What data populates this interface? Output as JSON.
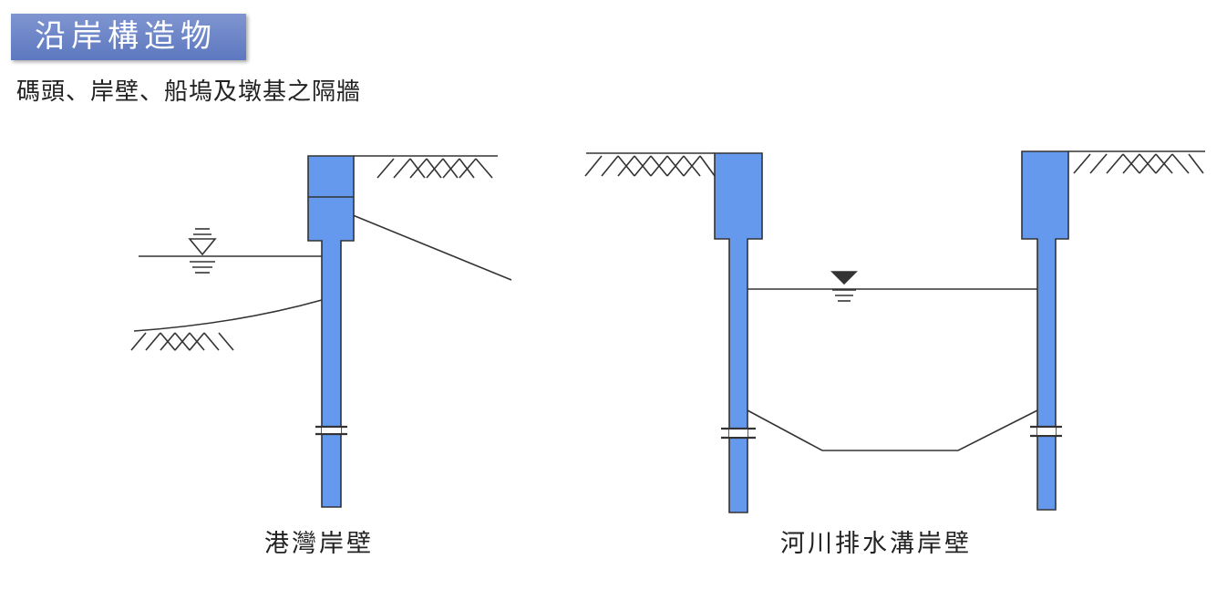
{
  "header": {
    "title": "沿岸構造物",
    "subtitle": "碼頭、岸壁、船塢及墩基之隔牆"
  },
  "diagrams": [
    {
      "caption": "港灣岸壁"
    },
    {
      "caption": "河川排水溝岸壁"
    }
  ],
  "colors": {
    "title_bg": "#6a83c6",
    "wall_fill": "#6499ee",
    "stroke": "#333333"
  }
}
